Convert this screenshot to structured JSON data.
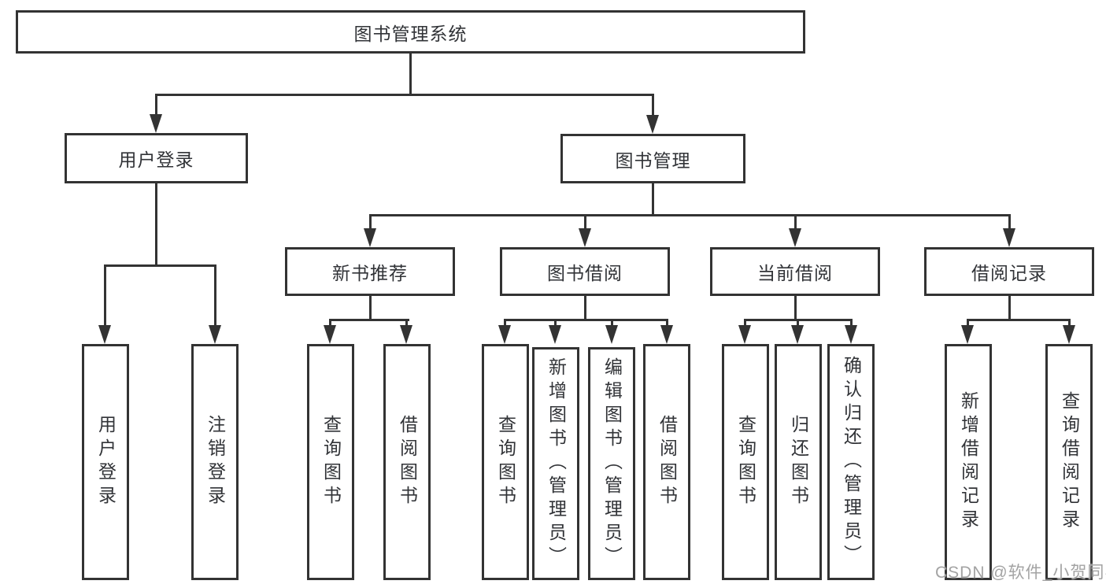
{
  "tree": {
    "root": {
      "label": "图书管理系统"
    },
    "login": {
      "label": "用户登录",
      "children": [
        {
          "label": "用户登录"
        },
        {
          "label": "注销登录"
        }
      ]
    },
    "mgmt": {
      "label": "图书管理",
      "children": [
        {
          "label": "新书推荐",
          "children": [
            {
              "label": "查询图书"
            },
            {
              "label": "借阅图书"
            }
          ]
        },
        {
          "label": "图书借阅",
          "children": [
            {
              "label": "查询图书"
            },
            {
              "label": "新增图书（管理员）"
            },
            {
              "label": "编辑图书（管理员）"
            },
            {
              "label": "借阅图书"
            }
          ]
        },
        {
          "label": "当前借阅",
          "children": [
            {
              "label": "查询图书"
            },
            {
              "label": "归还图书"
            },
            {
              "label": "确认归还（管理员）"
            }
          ]
        },
        {
          "label": "借阅记录",
          "children": [
            {
              "label": "新增借阅记录"
            },
            {
              "label": "查询借阅记录"
            }
          ]
        }
      ]
    }
  },
  "watermark": {
    "text": "CSDN @软件_小贺同学"
  },
  "colors": {
    "line": "#333333",
    "text": "#313337",
    "watermark": "#a3a3a3",
    "background": "#ffffff"
  }
}
